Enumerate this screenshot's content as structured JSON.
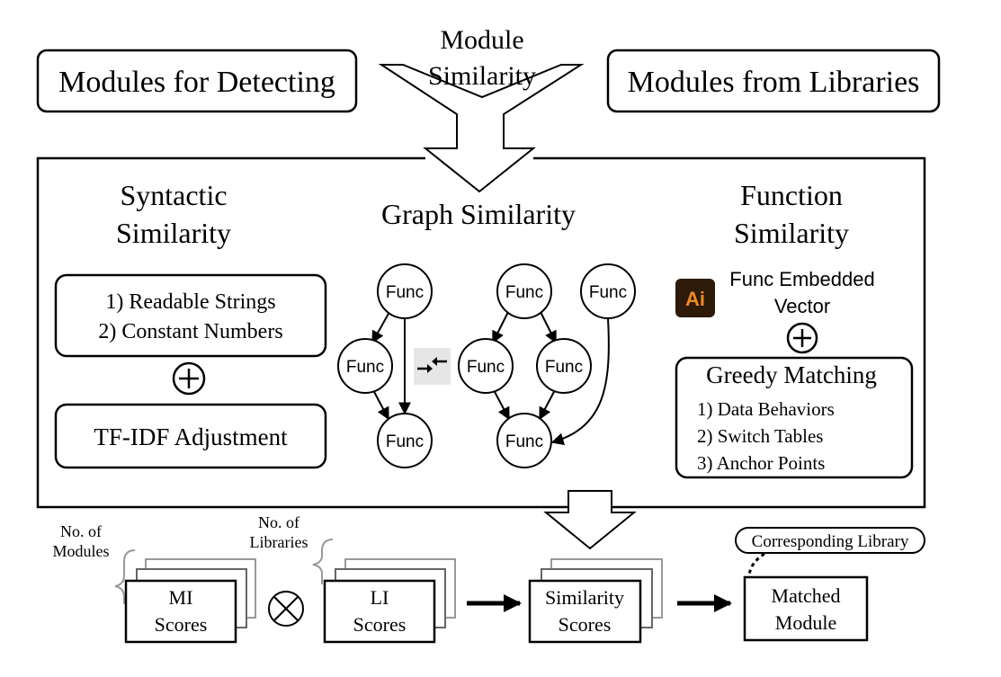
{
  "top": {
    "left_box": "Modules for Detecting",
    "right_box": "Modules from Libraries",
    "merge_label_line1": "Module",
    "merge_label_line2": "Similarity"
  },
  "syntactic": {
    "title_line1": "Syntactic",
    "title_line2": "Similarity",
    "features_line1": "1) Readable Strings",
    "features_line2": "2) Constant Numbers",
    "adjustment": "TF-IDF Adjustment"
  },
  "graph": {
    "title": "Graph Similarity",
    "node_label": "Func"
  },
  "function": {
    "title_line1": "Function",
    "title_line2": "Similarity",
    "ai_badge": "Ai",
    "embed_line1": "Func Embedded",
    "embed_line2": "Vector",
    "matching_title": "Greedy Matching",
    "matching_items": [
      "1) Data Behaviors",
      "2) Switch Tables",
      "3) Anchor Points"
    ]
  },
  "scores": {
    "modules_count_line1": "No. of",
    "modules_count_line2": "Modules",
    "libraries_count_line1": "No. of",
    "libraries_count_line2": "Libraries",
    "mi_line1": "MI",
    "mi_line2": "Scores",
    "li_line1": "LI",
    "li_line2": "Scores",
    "sim_line1": "Similarity",
    "sim_line2": "Scores",
    "matched_line1": "Matched",
    "matched_line2": "Module",
    "corresponding_library": "Corresponding Library"
  },
  "colors": {
    "ai_badge_bg": "#2d1a08",
    "ai_badge_fg": "#f08a24",
    "compare_icon_bg": "#e6e6e6"
  }
}
